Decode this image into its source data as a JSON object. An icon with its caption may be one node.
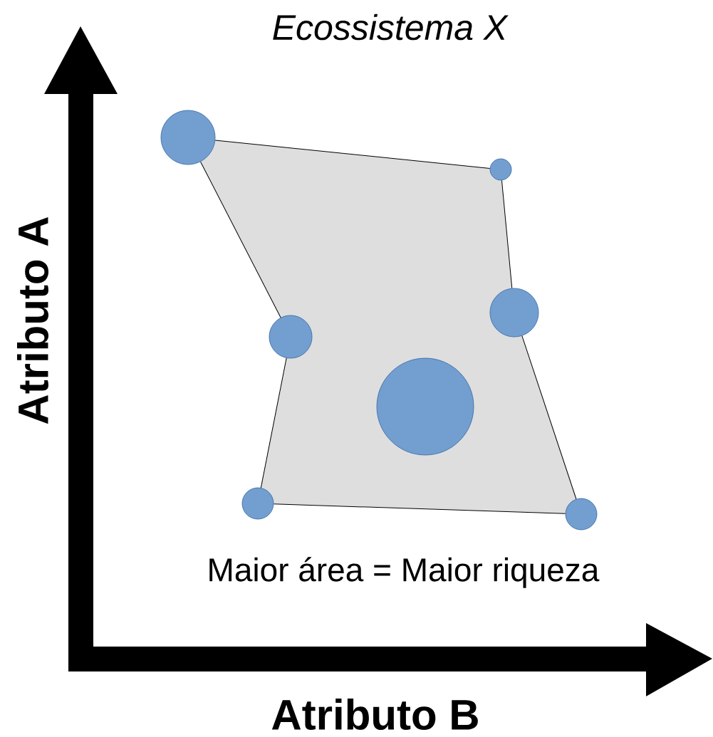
{
  "diagram": {
    "title": "Ecossistema X",
    "nodes": [
      {
        "text": [],
        "shape": "circle"
      },
      {
        "text": [],
        "shape": "circle"
      },
      {
        "text": [],
        "shape": "circle"
      },
      {
        "text": [],
        "shape": "circle"
      },
      {
        "text": [],
        "shape": "circle"
      },
      {
        "text": [],
        "shape": "circle"
      },
      {
        "text": [],
        "shape": "circle"
      }
    ],
    "edges": [
      {
        "from": 0,
        "to": 1,
        "arrow": "none"
      },
      {
        "from": 1,
        "to": 2,
        "arrow": "none"
      },
      {
        "from": 2,
        "to": 6,
        "arrow": "none"
      },
      {
        "from": 6,
        "to": 5,
        "arrow": "none"
      },
      {
        "from": 5,
        "to": 3,
        "arrow": "none"
      },
      {
        "from": 3,
        "to": 0,
        "arrow": "none"
      }
    ],
    "labels": [
      "Atributo A",
      "Atributo B",
      "Maior área = Maior riqueza"
    ]
  }
}
